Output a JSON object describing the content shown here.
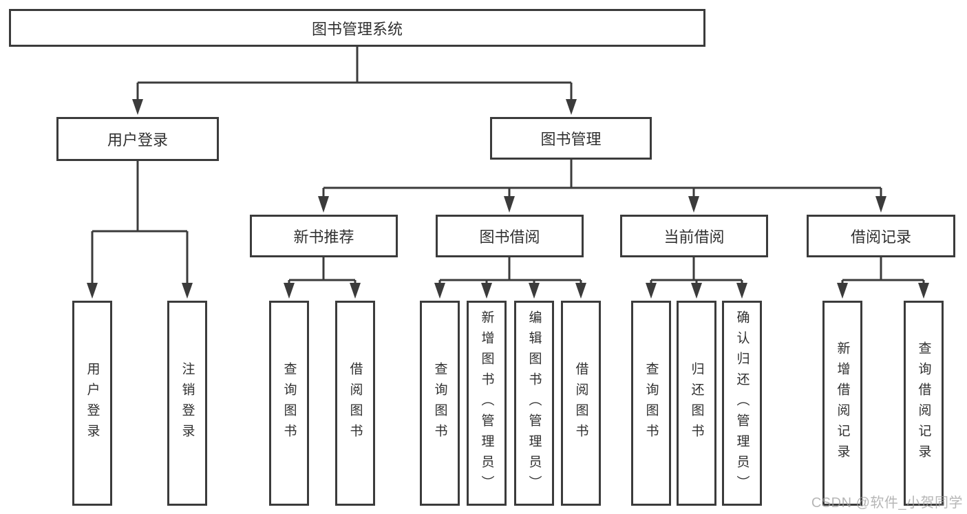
{
  "diagram": {
    "root": {
      "label": "图书管理系统"
    },
    "level2": {
      "user_login": {
        "label": "用户登录"
      },
      "book_management": {
        "label": "图书管理"
      }
    },
    "level3": {
      "new_book_recommend": {
        "label": "新书推荐"
      },
      "book_borrow": {
        "label": "图书借阅"
      },
      "current_borrow": {
        "label": "当前借阅"
      },
      "borrow_records": {
        "label": "借阅记录"
      }
    },
    "leaves": {
      "user_login": [
        "用户登录",
        "注销登录"
      ],
      "new_book_recommend": [
        "查询图书",
        "借阅图书"
      ],
      "book_borrow": [
        "查询图书",
        "新增图书（管理员）",
        "编辑图书（管理员）",
        "借阅图书"
      ],
      "current_borrow": [
        "查询图书",
        "归还图书",
        "确认归还（管理员）"
      ],
      "borrow_records": [
        "新增借阅记录",
        "查询借阅记录"
      ]
    }
  },
  "watermark": {
    "text": "CSDN @软件_小贺同学"
  },
  "colors": {
    "line": "#3b3b3b",
    "box_border": "#3b3b3b",
    "text": "#303030",
    "background": "#ffffff",
    "watermark": "#9e9e9e"
  }
}
